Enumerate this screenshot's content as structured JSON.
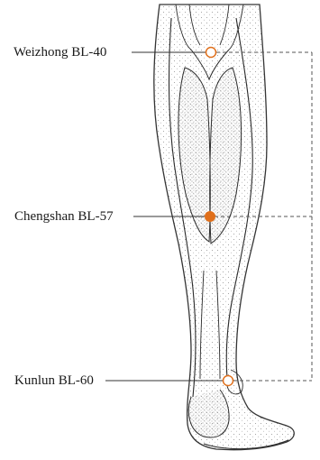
{
  "points": [
    {
      "id": "weizhong",
      "label": "Weizhong BL-40",
      "marker": "hollow-circle"
    },
    {
      "id": "chengshan",
      "label": "Chengshan BL-57",
      "marker": "filled-circle"
    },
    {
      "id": "kunlun",
      "label": "Kunlun BL-60",
      "marker": "hollow-circle"
    }
  ],
  "measurements": {
    "upper": "",
    "lower": ""
  },
  "colors": {
    "point": "#e0701c",
    "line": "#333333",
    "dashed": "#555555",
    "outline": "#2a2a2a",
    "stipple": "#8a8a8a"
  },
  "icons": {
    "leg": "leg-illustration-icon",
    "marker_hollow": "hollow-point-icon",
    "marker_filled": "filled-point-icon"
  }
}
